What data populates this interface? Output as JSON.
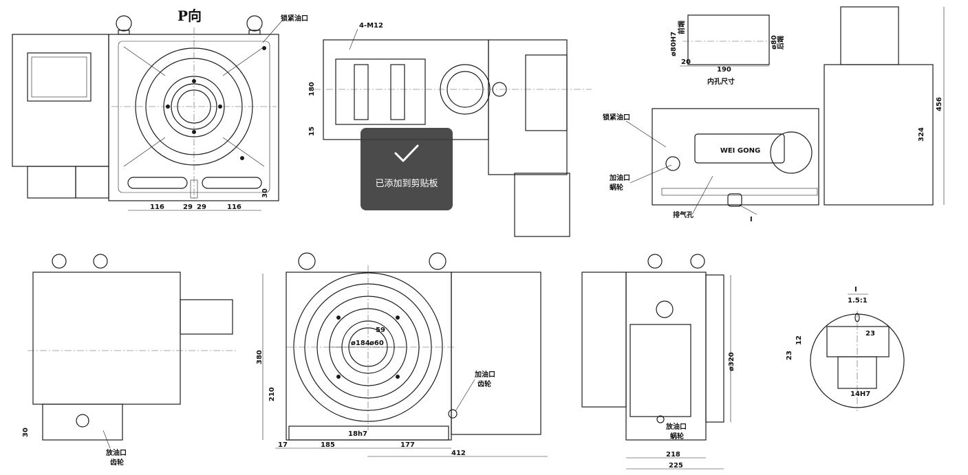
{
  "toast": {
    "message": "已添加到剪贴板",
    "icon": "check-icon"
  },
  "views": {
    "p_view": {
      "title": "P向",
      "labels": {
        "lock_oil_port": "锁紧油口"
      },
      "dims": {
        "a": "116",
        "b": "29",
        "c": "29",
        "d": "116",
        "e": "30"
      }
    },
    "top_view": {
      "labels": {
        "bolt_note": "4-M12"
      },
      "dims": {
        "h1": "180",
        "h2": "15"
      }
    },
    "bore_detail": {
      "labels": {
        "front_end": "前端",
        "rear_end": "后端",
        "title": "内孔尺寸"
      },
      "dims": {
        "d_front": "ø80H7",
        "d_rear": "ø80",
        "l1": "20",
        "l2": "190"
      }
    },
    "iso_view": {
      "labels": {
        "lock_oil_port": "锁紧油口",
        "oil_fill": "加油口",
        "worm": "蜗轮",
        "vent": "排气孔",
        "detail_ref": "I",
        "brand": "WEI GONG"
      },
      "dims": {
        "h_total": "456",
        "h_body": "324"
      }
    },
    "left_view": {
      "labels": {
        "drain": "放油口",
        "gear": "齿轮"
      },
      "dims": {
        "h": "30"
      }
    },
    "front_view": {
      "labels": {
        "oil_fill": "加油口",
        "gear": "齿轮"
      },
      "dims": {
        "h_total": "380",
        "h_low": "210",
        "d_outer": "ø184",
        "d_inner": "ø60",
        "r": "59",
        "slot": "18h7",
        "w1": "17",
        "w2": "185",
        "w3": "177",
        "w_total": "412"
      }
    },
    "side_view": {
      "labels": {
        "drain": "放油口",
        "worm": "蜗轮"
      },
      "dims": {
        "d_table": "ø320",
        "w1": "218",
        "w2": "225"
      }
    },
    "detail_I": {
      "labels": {
        "title": "I",
        "scale": "1.5:1"
      },
      "dims": {
        "w": "23",
        "h_slot": "12",
        "h_total": "23",
        "slot_w": "14H7"
      }
    }
  }
}
